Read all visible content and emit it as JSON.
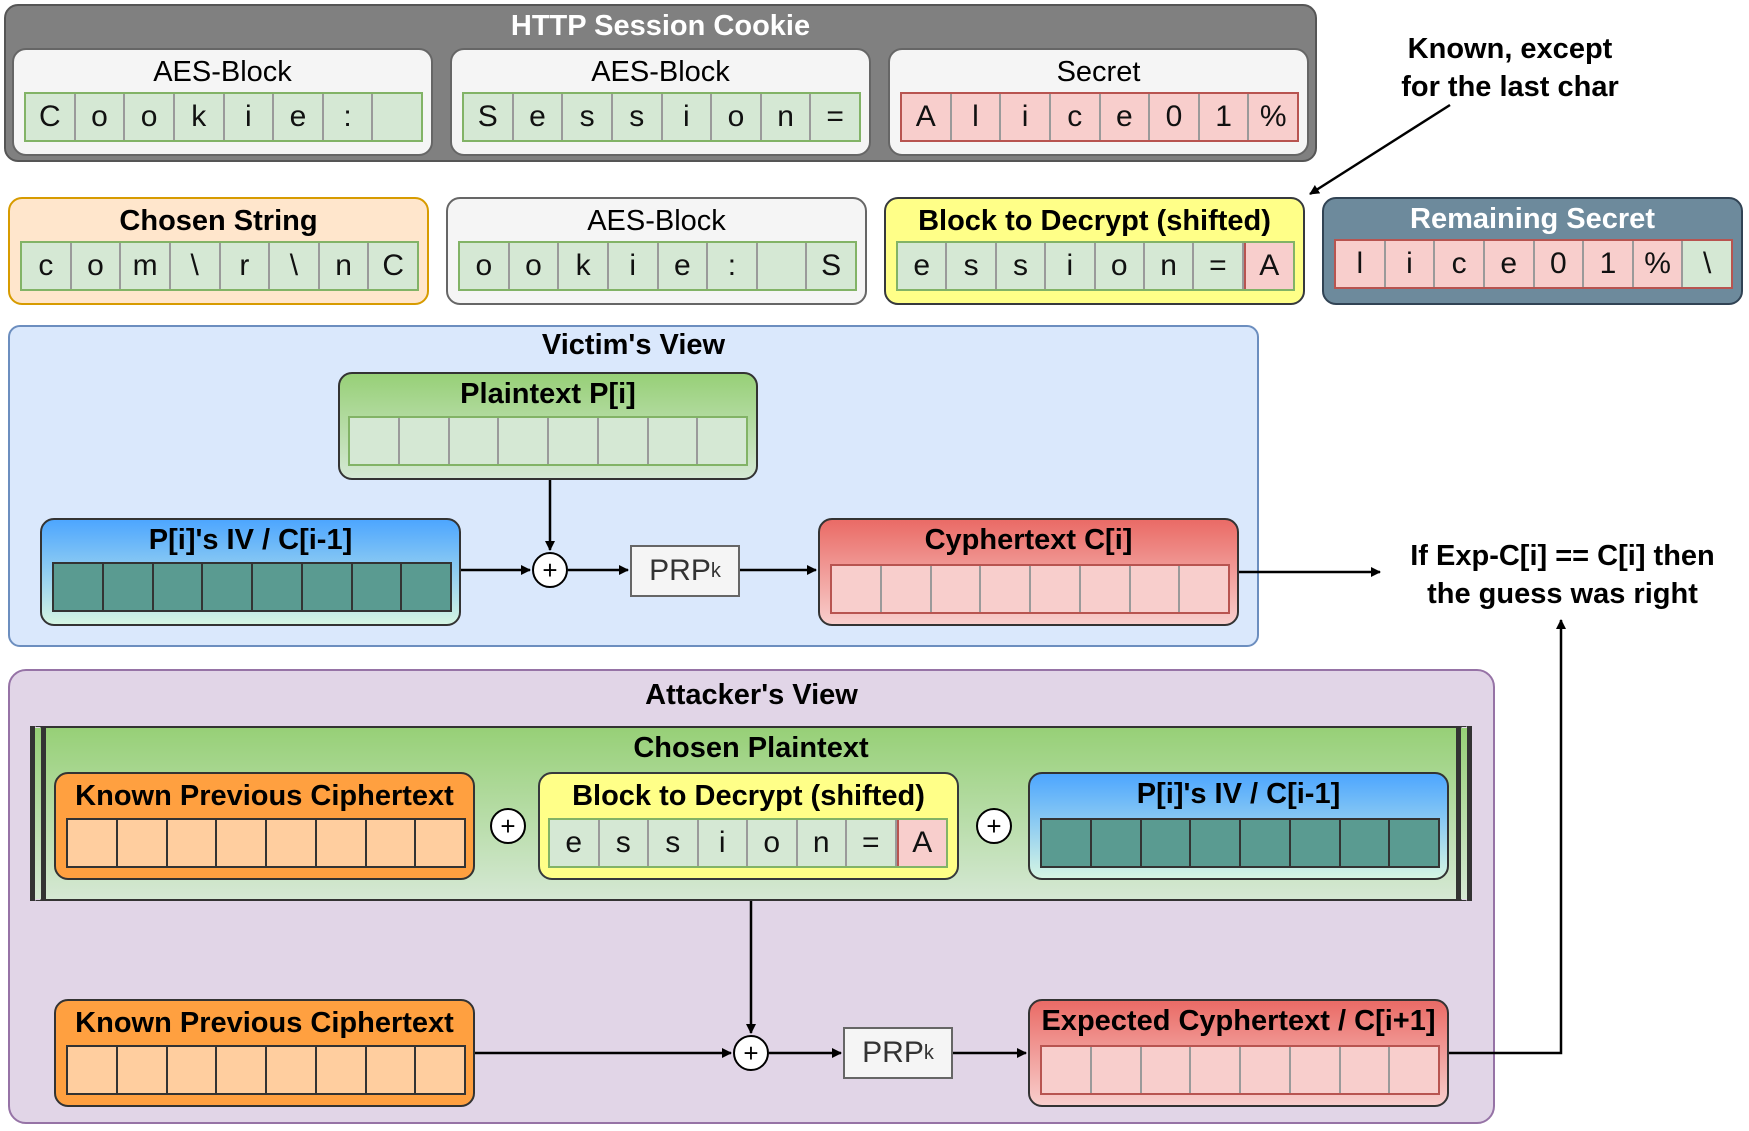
{
  "http_cookie": {
    "title": "HTTP Session Cookie",
    "blocks": [
      {
        "label": "AES-Block",
        "chars": [
          "C",
          "o",
          "o",
          "k",
          "i",
          "e",
          ":",
          ""
        ]
      },
      {
        "label": "AES-Block",
        "chars": [
          "S",
          "e",
          "s",
          "s",
          "i",
          "o",
          "n",
          "="
        ]
      },
      {
        "label": "Secret",
        "chars": [
          "A",
          "l",
          "i",
          "c",
          "e",
          "0",
          "1",
          "%"
        ]
      }
    ]
  },
  "known_note": {
    "line1": "Known, except",
    "line2": "for  the last char"
  },
  "row2": {
    "chosen_string": {
      "label": "Chosen String",
      "chars": [
        "c",
        "o",
        "m",
        "\\",
        "r",
        "\\",
        "n",
        "C"
      ]
    },
    "aes_block": {
      "label": "AES-Block",
      "chars": [
        "o",
        "o",
        "k",
        "i",
        "e",
        ":",
        "",
        "S"
      ]
    },
    "block_to_decrypt": {
      "label": "Block to Decrypt (shifted)",
      "chars": [
        "e",
        "s",
        "s",
        "i",
        "o",
        "n",
        "=",
        "A"
      ]
    },
    "remaining_secret": {
      "label": "Remaining Secret",
      "chars": [
        "l",
        "i",
        "c",
        "e",
        "0",
        "1",
        "%",
        "\\"
      ]
    }
  },
  "victim": {
    "title": "Victim's View",
    "plaintext_label": "Plaintext P[i]",
    "iv_label": "P[i]'s IV / C[i-1]",
    "prp": "PRP",
    "prp_sub": "k",
    "cipher_label": "Cyphertext C[i]",
    "xor_symbol": "+"
  },
  "result_note": {
    "line1": "If Exp-C[i] == C[i] then",
    "line2": "the guess was right"
  },
  "attacker": {
    "title": "Attacker's View",
    "chosen_plaintext_label": "Chosen Plaintext",
    "known_prev_label": "Known Previous Ciphertext",
    "block_label": "Block to Decrypt (shifted)",
    "block_chars": [
      "e",
      "s",
      "s",
      "i",
      "o",
      "n",
      "=",
      "A"
    ],
    "iv_label": "P[i]'s IV / C[i-1]",
    "known_prev2_label": "Known Previous Ciphertext",
    "prp": "PRP",
    "prp_sub": "k",
    "expected_label": "Expected Cyphertext / C[i+1]",
    "xor_symbol": "+"
  },
  "colors": {
    "green_fill": "#d5e8d4",
    "red_fill": "#f8cecc",
    "teal": "#5a9b91",
    "orange": "#ffce9f",
    "yellow": "#ffff88",
    "victim_bg": "#dae8fc",
    "attacker_bg": "#e1d5e7"
  }
}
